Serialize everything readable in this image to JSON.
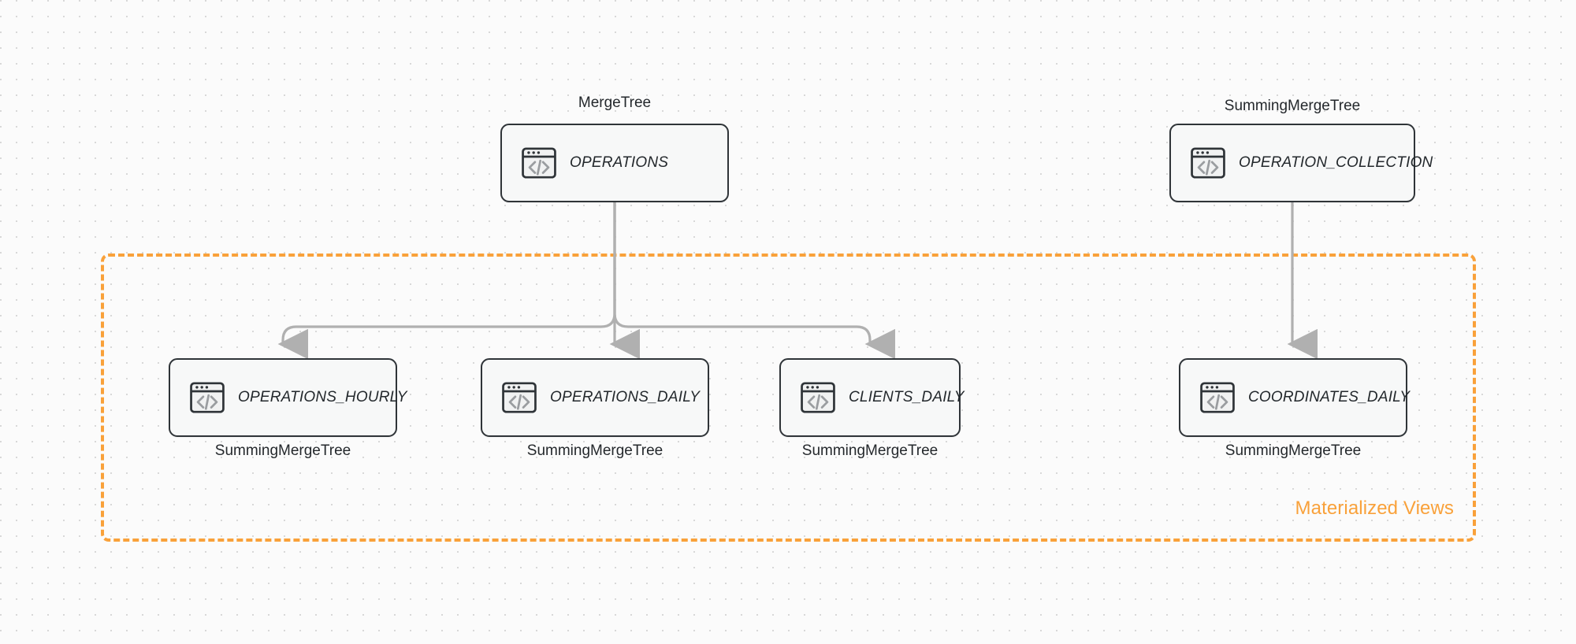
{
  "canvas": {
    "background_color": "#fbfbfb",
    "dot_grid_color": "#d8d8d8"
  },
  "group": {
    "label": "Materialized Views",
    "color": "#f9a13a",
    "border_style": "dashed"
  },
  "colors": {
    "node_border": "#2f3438",
    "node_fill": "#f7f8f8",
    "edge": "#b0b0b0",
    "accent": "#f9a13a",
    "text": "#24282c"
  },
  "icon_name": "code-window-icon",
  "nodes": [
    {
      "id": "operations",
      "label": "OPERATIONS",
      "engine": "MergeTree",
      "engine_position": "above",
      "icon": "code-window-icon"
    },
    {
      "id": "operation_collection",
      "label": "OPERATION_COLLECTION",
      "engine": "SummingMergeTree",
      "engine_position": "above",
      "icon": "code-window-icon"
    },
    {
      "id": "operations_hourly",
      "label": "OPERATIONS_HOURLY",
      "engine": "SummingMergeTree",
      "engine_position": "below",
      "icon": "code-window-icon"
    },
    {
      "id": "operations_daily",
      "label": "OPERATIONS_DAILY",
      "engine": "SummingMergeTree",
      "engine_position": "below",
      "icon": "code-window-icon"
    },
    {
      "id": "clients_daily",
      "label": "CLIENTS_DAILY",
      "engine": "SummingMergeTree",
      "engine_position": "below",
      "icon": "code-window-icon"
    },
    {
      "id": "coordinates_daily",
      "label": "COORDINATES_DAILY",
      "engine": "SummingMergeTree",
      "engine_position": "below",
      "icon": "code-window-icon"
    }
  ],
  "edges": [
    {
      "from": "operations",
      "to": "operations_hourly"
    },
    {
      "from": "operations",
      "to": "operations_daily"
    },
    {
      "from": "operations",
      "to": "clients_daily"
    },
    {
      "from": "operation_collection",
      "to": "coordinates_daily"
    }
  ]
}
